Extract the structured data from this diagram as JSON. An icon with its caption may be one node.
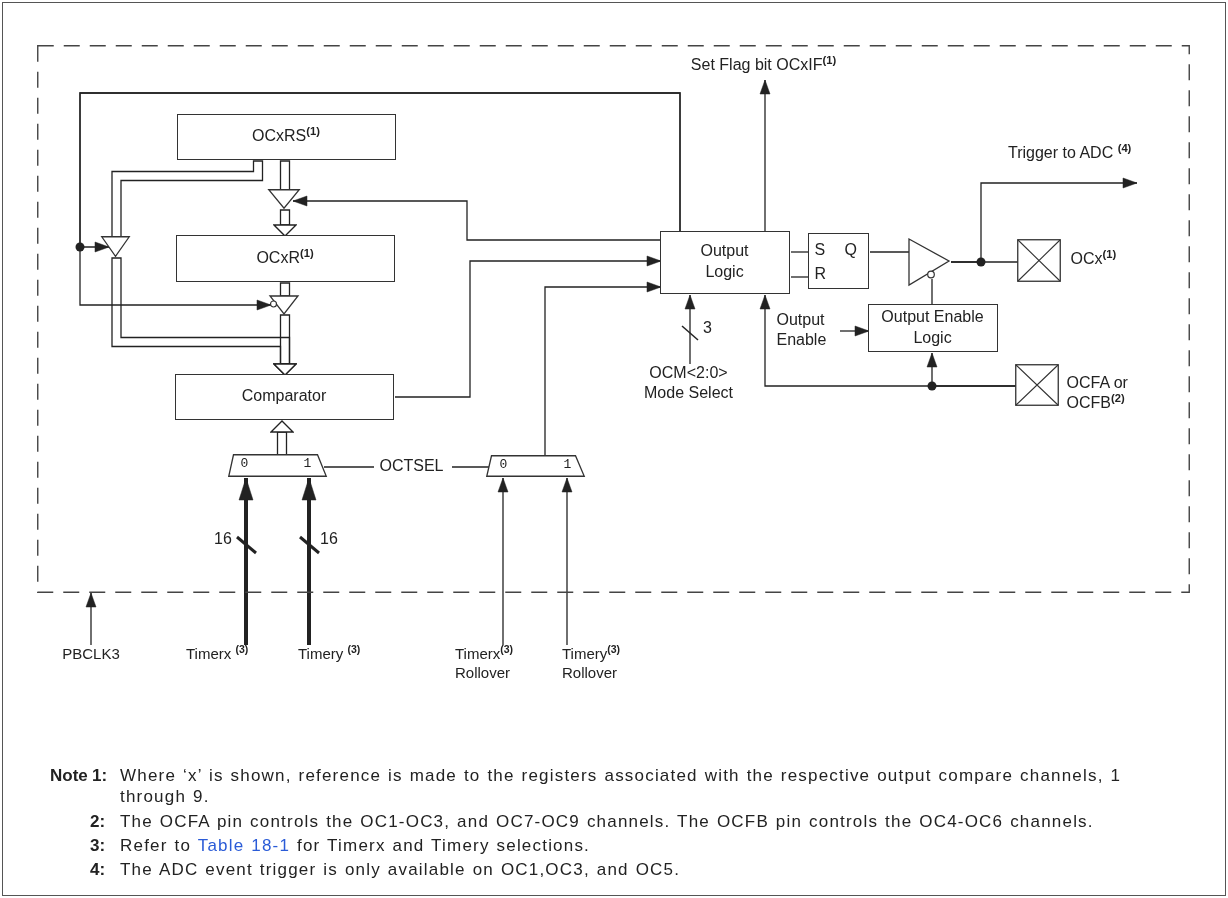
{
  "diagram": {
    "nodes": [
      {
        "text": [],
        "shape": "box"
      },
      {
        "text": [
          "Set Flag bit OCxIF$^{(1)}$"
        ],
        "in": 0
      },
      {
        "text": [
          "OCxRS$^{(1)}$"
        ],
        "in": 0
      },
      {
        "text": [],
        "shape": "triangle",
        "in": 0
      },
      {
        "text": [],
        "shape": "triangle",
        "in": 0
      },
      {
        "text": [
          "OCxR$^{(1)}$"
        ],
        "in": 0
      },
      {
        "text": [
          "Output Logic"
        ],
        "in": 0
      },
      {
        "text": [
          "S",
          "Q",
          "R"
        ],
        "in": 0
      },
      {
        "text": [],
        "shape": "triangle",
        "in": 0
      },
      {
        "text": [],
        "shape": "box",
        "beside": [
          "OCx$^{(1)}$"
        ],
        "in": 0
      },
      {
        "text": [],
        "shape": "triangle",
        "in": 0
      },
      {
        "text": [
          "Output Enable"
        ],
        "in": 0
      },
      {
        "text": [
          "Output Enable Logic"
        ],
        "in": 0
      },
      {
        "text": [
          "Comparator"
        ],
        "in": 0
      },
      {
        "text": [
          "OCM<2:0> Mode Select"
        ],
        "in": 0
      },
      {
        "text": [],
        "shape": "box",
        "beside": [
          "OCFA or OCFB$^{(2)}$"
        ],
        "in": 0
      },
      {
        "text": [
          "0",
          "1"
        ],
        "in": 0
      },
      {
        "text": [
          "OCTSEL"
        ],
        "in": 0
      },
      {
        "text": [
          "0",
          "1"
        ],
        "in": 0
      },
      {
        "text": [
          "PBCLK3"
        ]
      },
      {
        "text": [
          "Timerx $^{(3)}$"
        ]
      },
      {
        "text": [
          "Timery $^{(3)}$"
        ]
      },
      {
        "text": [
          "Timerx$^{(3)}$ Rollover"
        ]
      },
      {
        "text": [
          "Timery$^{(3)}$ Rollover"
        ]
      }
    ],
    "edges": [
      {
        "from": 6,
        "to": 1,
        "arrow": "to"
      },
      {
        "from": 6,
        "to": 3,
        "arrow": "to"
      },
      {
        "from": 6,
        "to": 10,
        "arrow": "to"
      },
      {
        "from": 6,
        "to": 4,
        "arrow": "to"
      },
      {
        "from": 13,
        "to": 6,
        "arrow": "to"
      },
      {
        "from": 18,
        "to": 6,
        "arrow": "to"
      },
      {
        "from": 14,
        "to": 6,
        "arrow": "to",
        "label": "3"
      },
      {
        "from": 6,
        "to": 7,
        "arrow": "none"
      },
      {
        "from": 6,
        "to": 7,
        "arrow": "none"
      },
      {
        "from": 7,
        "to": 8,
        "arrow": "none"
      },
      {
        "from": 8,
        "to": 9,
        "arrow": "none"
      },
      {
        "from": 8,
        "to": null,
        "arrow": "to",
        "label": "Trigger to ADC $^{(4)}$"
      },
      {
        "from": 12,
        "to": 8,
        "arrow": "none"
      },
      {
        "from": 11,
        "to": 12,
        "arrow": "to"
      },
      {
        "from": 15,
        "to": 12,
        "arrow": "to"
      },
      {
        "from": 15,
        "to": 6,
        "arrow": "to"
      },
      {
        "from": 2,
        "to": 4,
        "arrow": "none"
      },
      {
        "from": 4,
        "to": 5,
        "arrow": "to"
      },
      {
        "from": 2,
        "to": 3,
        "arrow": "none"
      },
      {
        "from": 3,
        "to": 13,
        "arrow": "to"
      },
      {
        "from": 5,
        "to": 10,
        "arrow": "none"
      },
      {
        "from": 10,
        "to": 13,
        "arrow": "to"
      },
      {
        "from": 16,
        "to": 13,
        "arrow": "to"
      },
      {
        "from": 17,
        "to": 16,
        "arrow": "none"
      },
      {
        "from": 17,
        "to": 18,
        "arrow": "none"
      },
      {
        "from": 20,
        "to": 16,
        "arrow": "to",
        "style": "thick",
        "label": "16"
      },
      {
        "from": 21,
        "to": 16,
        "arrow": "to",
        "style": "thick",
        "label": "16"
      },
      {
        "from": 22,
        "to": 18,
        "arrow": "to"
      },
      {
        "from": 23,
        "to": 18,
        "arrow": "to"
      },
      {
        "from": 19,
        "to": 0,
        "arrow": "to"
      }
    ],
    "labels": [
      "Note",
      "1:",
      "Where ‘x’ is shown, reference is made to the registers associated with the respective output compare channels, 1 through 9.",
      "2:",
      "The OCFA pin controls the OC1-OC3, and OC7-OC9 channels. The OCFB pin controls the OC4-OC6 channels.",
      "3:",
      "Refer to",
      "Table 18-1",
      "for Timerx and Timery selections.",
      "4:",
      "The ADC event trigger is only available on OC1,OC3, and OC5."
    ]
  }
}
